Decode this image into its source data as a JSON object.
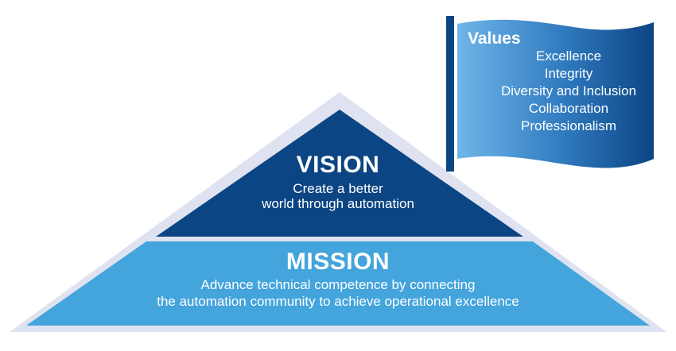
{
  "vision": {
    "title": "VISION",
    "lines": [
      "Create a better",
      "world through automation"
    ]
  },
  "mission": {
    "title": "MISSION",
    "lines": [
      "Advance technical competence by connecting",
      "the automation community to achieve operational excellence"
    ]
  },
  "values": {
    "title": "Values",
    "items": [
      "Excellence",
      "Integrity",
      "Diversity and Inclusion",
      "Collaboration",
      "Professionalism"
    ]
  },
  "colors": {
    "outline": "#dfe2f0",
    "vision_fill": "#0c4583",
    "mission_fill": "#44a4dc",
    "pole": "#0c4583",
    "flag_light": "#6fb6e8",
    "flag_dark": "#0c4583",
    "text": "#ffffff"
  }
}
